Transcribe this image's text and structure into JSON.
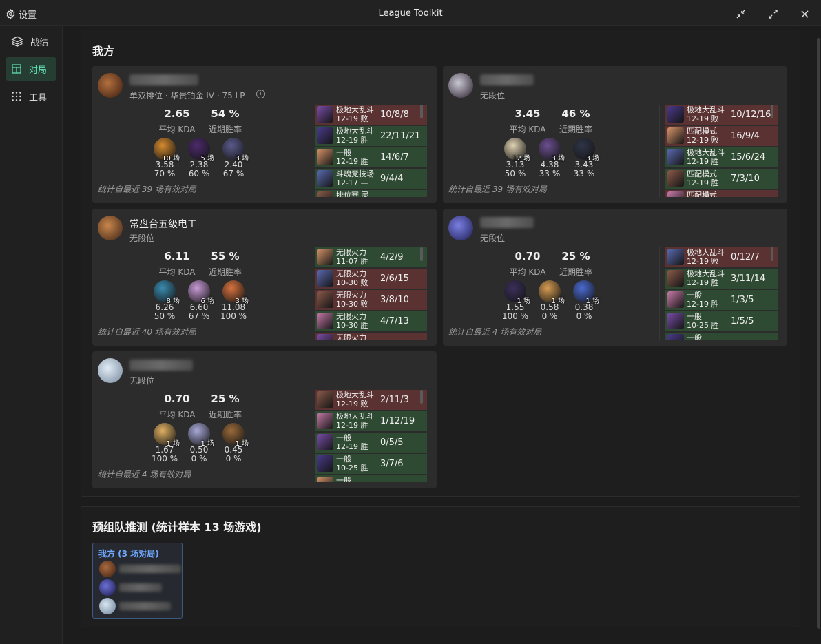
{
  "titlebar": {
    "settings_label": "设置",
    "title": "League Toolkit"
  },
  "nav": [
    {
      "label": "战绩",
      "icon": "layers-icon",
      "active": false
    },
    {
      "label": "对局",
      "icon": "layout-icon",
      "active": true
    },
    {
      "label": "工具",
      "icon": "grid-dots-icon",
      "active": false
    }
  ],
  "our_team": {
    "title": "我方",
    "stat_labels": {
      "kda": "平均 KDA",
      "winrate": "近期胜率"
    },
    "players": [
      {
        "name": "",
        "rank": "单双排位 · 华贵铂金 IV · 75 LP",
        "kda": "2.65",
        "winrate": "54 %",
        "champs": [
          {
            "count": "10 场",
            "kda": "3.58",
            "winrate": "70 %"
          },
          {
            "count": "5 场",
            "kda": "2.38",
            "winrate": "60 %"
          },
          {
            "count": "3 场",
            "kda": "2.40",
            "winrate": "67 %"
          }
        ],
        "footer": "统计自最近 39 场有效对局",
        "matches": [
          {
            "mode": "极地大乱斗",
            "date": "12-19 败",
            "kda": "10/8/8",
            "result": "lose"
          },
          {
            "mode": "极地大乱斗",
            "date": "12-19 胜",
            "kda": "22/11/21",
            "result": "win"
          },
          {
            "mode": "一般",
            "date": "12-19 胜",
            "kda": "14/6/7",
            "result": "win"
          },
          {
            "mode": "斗魂竞技场",
            "date": "12-17 —",
            "kda": "9/4/4",
            "result": "win"
          },
          {
            "mode": "排位赛 灵",
            "date": "",
            "kda": "",
            "result": "win"
          }
        ]
      },
      {
        "name": "",
        "rank": "无段位",
        "kda": "3.45",
        "winrate": "46 %",
        "champs": [
          {
            "count": "12 场",
            "kda": "3.13",
            "winrate": "50 %"
          },
          {
            "count": "3 场",
            "kda": "4.38",
            "winrate": "33 %"
          },
          {
            "count": "3 场",
            "kda": "3.43",
            "winrate": "33 %"
          }
        ],
        "footer": "统计自最近 39 场有效对局",
        "matches": [
          {
            "mode": "极地大乱斗",
            "date": "12-19 败",
            "kda": "10/12/16",
            "result": "lose"
          },
          {
            "mode": "匹配模式",
            "date": "12-19 败",
            "kda": "16/9/4",
            "result": "lose"
          },
          {
            "mode": "极地大乱斗",
            "date": "12-19 胜",
            "kda": "15/6/24",
            "result": "win"
          },
          {
            "mode": "匹配模式",
            "date": "12-19 胜",
            "kda": "7/3/10",
            "result": "win"
          },
          {
            "mode": "匹配模式",
            "date": "",
            "kda": "",
            "result": "lose"
          }
        ]
      },
      {
        "name": "常盘台五级电工",
        "rank": "无段位",
        "kda": "6.11",
        "winrate": "55 %",
        "champs": [
          {
            "count": "8 场",
            "kda": "6.26",
            "winrate": "50 %"
          },
          {
            "count": "6 场",
            "kda": "6.60",
            "winrate": "67 %"
          },
          {
            "count": "3 场",
            "kda": "11.08",
            "winrate": "100 %"
          }
        ],
        "footer": "统计自最近 40 场有效对局",
        "matches": [
          {
            "mode": "无限火力",
            "date": "11-07 胜",
            "kda": "4/2/9",
            "result": "win"
          },
          {
            "mode": "无限火力",
            "date": "10-30 败",
            "kda": "2/6/15",
            "result": "lose"
          },
          {
            "mode": "无限火力",
            "date": "10-30 败",
            "kda": "3/8/10",
            "result": "lose"
          },
          {
            "mode": "无限火力",
            "date": "10-30 胜",
            "kda": "4/7/13",
            "result": "win"
          },
          {
            "mode": "无限火力",
            "date": "",
            "kda": "",
            "result": "lose"
          }
        ]
      },
      {
        "name": "",
        "rank": "无段位",
        "kda": "0.70",
        "winrate": "25 %",
        "champs": [
          {
            "count": "1 场",
            "kda": "1.55",
            "winrate": "100 %"
          },
          {
            "count": "1 场",
            "kda": "0.58",
            "winrate": "0 %"
          },
          {
            "count": "1 场",
            "kda": "0.38",
            "winrate": "0 %"
          }
        ],
        "footer": "统计自最近 4 场有效对局",
        "matches": [
          {
            "mode": "极地大乱斗",
            "date": "12-19 败",
            "kda": "0/12/7",
            "result": "lose"
          },
          {
            "mode": "极地大乱斗",
            "date": "12-19 胜",
            "kda": "3/11/14",
            "result": "win"
          },
          {
            "mode": "一般",
            "date": "12-19 胜",
            "kda": "1/3/5",
            "result": "win"
          },
          {
            "mode": "一般",
            "date": "10-25 胜",
            "kda": "1/5/5",
            "result": "win"
          },
          {
            "mode": "一般",
            "date": "",
            "kda": "",
            "result": "win"
          }
        ]
      },
      {
        "name": "",
        "rank": "无段位",
        "kda": "0.70",
        "winrate": "25 %",
        "champs": [
          {
            "count": "1 场",
            "kda": "1.67",
            "winrate": "100 %"
          },
          {
            "count": "1 场",
            "kda": "0.50",
            "winrate": "0 %"
          },
          {
            "count": "1 场",
            "kda": "0.45",
            "winrate": "0 %"
          }
        ],
        "footer": "统计自最近 4 场有效对局",
        "matches": [
          {
            "mode": "极地大乱斗",
            "date": "12-19 败",
            "kda": "2/11/3",
            "result": "lose"
          },
          {
            "mode": "极地大乱斗",
            "date": "12-19 胜",
            "kda": "1/12/19",
            "result": "win"
          },
          {
            "mode": "一般",
            "date": "12-19 胜",
            "kda": "0/5/5",
            "result": "win"
          },
          {
            "mode": "一般",
            "date": "10-25 胜",
            "kda": "3/7/6",
            "result": "win"
          },
          {
            "mode": "一般",
            "date": "",
            "kda": "",
            "result": "win"
          }
        ]
      }
    ]
  },
  "premade": {
    "title": "预组队推测 (统计样本 13 场游戏)",
    "group_title": "我方 (3 场对局)"
  },
  "colors": {
    "accent": "#63e2b7",
    "win_bg": "#2f4a32",
    "lose_bg": "#5b3232",
    "card_bg": "#2c2c2c",
    "team_title": "#70a8ff"
  }
}
